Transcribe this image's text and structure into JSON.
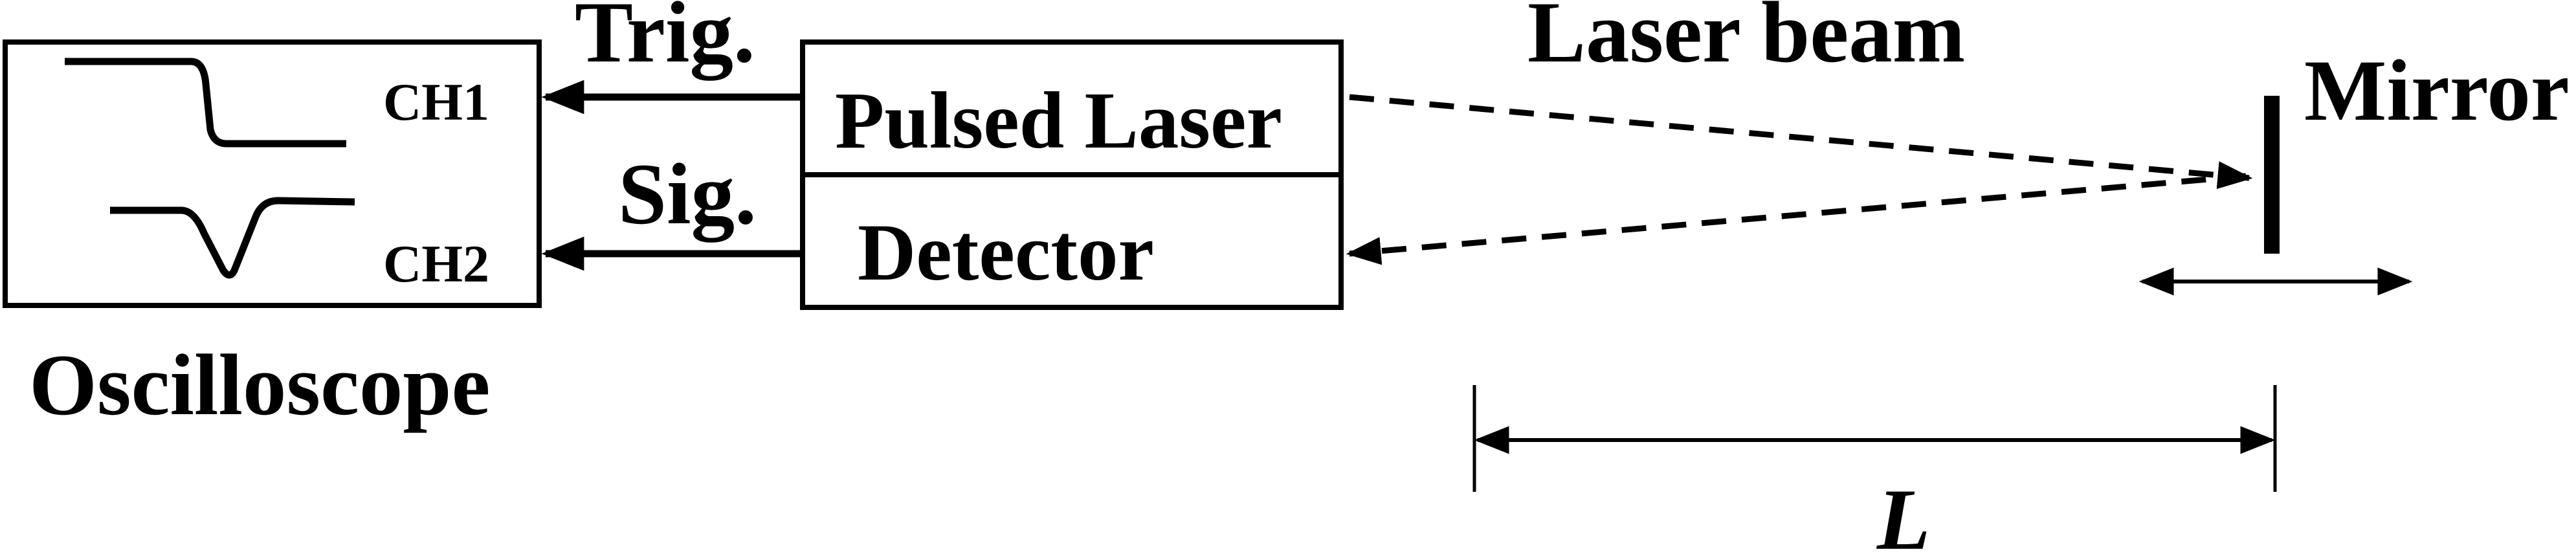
{
  "oscilloscope": {
    "label": "Oscilloscope",
    "channel1_label": "CH1",
    "channel2_label": "CH2"
  },
  "laser_unit": {
    "laser_label": "Pulsed Laser",
    "detector_label": "Detector"
  },
  "signals": {
    "trigger_label": "Trig.",
    "signal_label": "Sig."
  },
  "beam": {
    "label": "Laser beam"
  },
  "mirror": {
    "label": "Mirror"
  },
  "distance": {
    "label": "L"
  },
  "colors": {
    "stroke": "#000000",
    "background": "#ffffff"
  }
}
